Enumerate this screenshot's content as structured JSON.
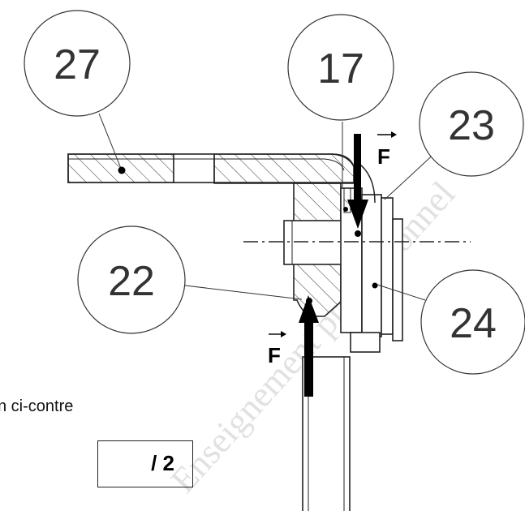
{
  "balloons": {
    "b27": "27",
    "b17": "17",
    "b23": "23",
    "b22": "22",
    "b24": "24"
  },
  "force_label": "F",
  "caption": "n ci-contre",
  "score": "/ 2",
  "watermark": "Enseignement professionnel"
}
